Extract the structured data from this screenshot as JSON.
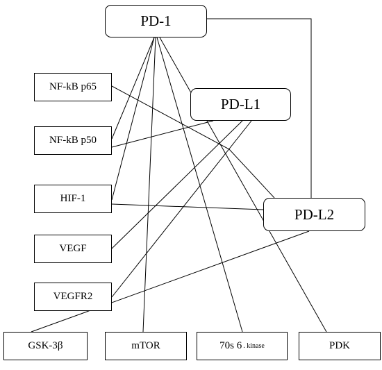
{
  "diagram": {
    "nodes": [
      {
        "id": "pd1",
        "label": "PD-1"
      },
      {
        "id": "pdl1",
        "label": "PD-L1"
      },
      {
        "id": "pdl2",
        "label": "PD-L2"
      },
      {
        "id": "p65",
        "label": "NF-kB p65"
      },
      {
        "id": "p50",
        "label": "NF-kB p50"
      },
      {
        "id": "hif",
        "label": "HIF-1"
      },
      {
        "id": "vegf",
        "label": "VEGF"
      },
      {
        "id": "vegfr",
        "label": "VEGFR2"
      },
      {
        "id": "gsk",
        "label": "GSK-3β"
      },
      {
        "id": "mtor",
        "label": "mTOR"
      },
      {
        "id": "s70",
        "label": "70s 6",
        "suffix": ". kinase"
      },
      {
        "id": "pdk",
        "label": "PDK"
      }
    ],
    "edges": [
      {
        "from": "pd1",
        "to": "p50"
      },
      {
        "from": "pd1",
        "to": "hif"
      },
      {
        "from": "pd1",
        "to": "mtor"
      },
      {
        "from": "pd1",
        "to": "s70"
      },
      {
        "from": "pd1",
        "to": "pdk"
      },
      {
        "from": "pd1",
        "to": "pdl2"
      },
      {
        "from": "p65",
        "to": "pdl2"
      },
      {
        "from": "pdl1",
        "to": "p50"
      },
      {
        "from": "pdl1",
        "to": "vegf"
      },
      {
        "from": "pdl1",
        "to": "vegfr"
      },
      {
        "from": "hif",
        "to": "pdl2"
      },
      {
        "from": "pdl2",
        "to": "gsk"
      }
    ]
  }
}
